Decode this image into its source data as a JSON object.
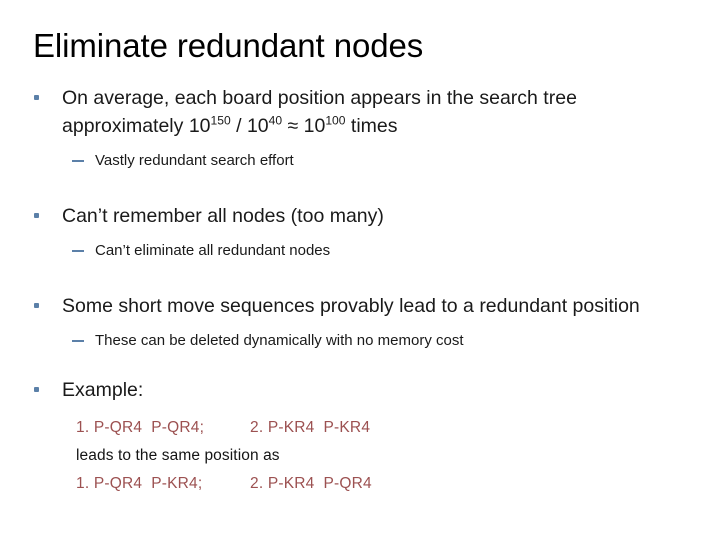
{
  "slide": {
    "title": "Eliminate redundant nodes",
    "accent_color": "#5b80a8",
    "move_text_color": "#9c5151",
    "body_text_color": "#1a1a1a",
    "background_color": "#ffffff"
  },
  "bullets": [
    {
      "level": 1,
      "id": "on-average",
      "text_before_math": "On average, each board position appears in the search tree approximately ",
      "math": {
        "base1": "10",
        "exp1": "150",
        "divider": " / ",
        "base2": "10",
        "exp2": "40",
        "approx": " ≈ ",
        "base3": "10",
        "exp3": "100"
      },
      "text_after_math": " times"
    },
    {
      "level": 2,
      "id": "vastly-redundant",
      "text": "Vastly redundant search effort"
    },
    {
      "level": 1,
      "id": "cant-remember",
      "text": "Can’t remember all nodes (too many)"
    },
    {
      "level": 2,
      "id": "cant-eliminate",
      "text": "Can’t eliminate all redundant nodes"
    },
    {
      "level": 1,
      "id": "short-move-sequences",
      "text": "Some short move sequences provably lead to a redundant position"
    },
    {
      "level": 2,
      "id": "deleted-dynamically",
      "text": "These can be deleted dynamically with no memory cost"
    },
    {
      "level": 1,
      "id": "example",
      "text": "Example:"
    }
  ],
  "example": {
    "line1": {
      "col1": "1. P-QR4  P-QR4;",
      "col2": "2. P-KR4  P-KR4"
    },
    "line2": "leads to the same position as",
    "line3": {
      "col1": "1. P-QR4  P-KR4;",
      "col2": "2. P-KR4  P-QR4"
    }
  }
}
